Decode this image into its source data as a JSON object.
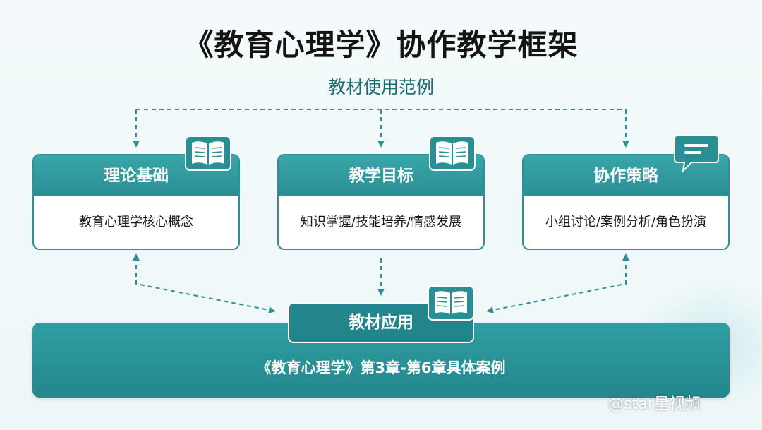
{
  "header": {
    "title": "《教育心理学》协作教学框架",
    "subtitle": "教材使用范例"
  },
  "cards": [
    {
      "heading": "理论基础",
      "content": "教育心理学核心概念",
      "icon": "book-icon"
    },
    {
      "heading": "教学目标",
      "content": "知识掌握/技能培养/情感发展",
      "icon": "book-icon"
    },
    {
      "heading": "协作策略",
      "content": "小组讨论/案例分析/角色扮演",
      "icon": "chat-bubble-icon"
    }
  ],
  "application": {
    "heading": "教材应用",
    "content": "《教育心理学》第3章-第6章具体案例",
    "icon": "book-icon"
  },
  "watermark": "@star星视频",
  "colors": {
    "teal": "#2f8f96",
    "dark_teal": "#23858c",
    "title_text": "#141414"
  }
}
